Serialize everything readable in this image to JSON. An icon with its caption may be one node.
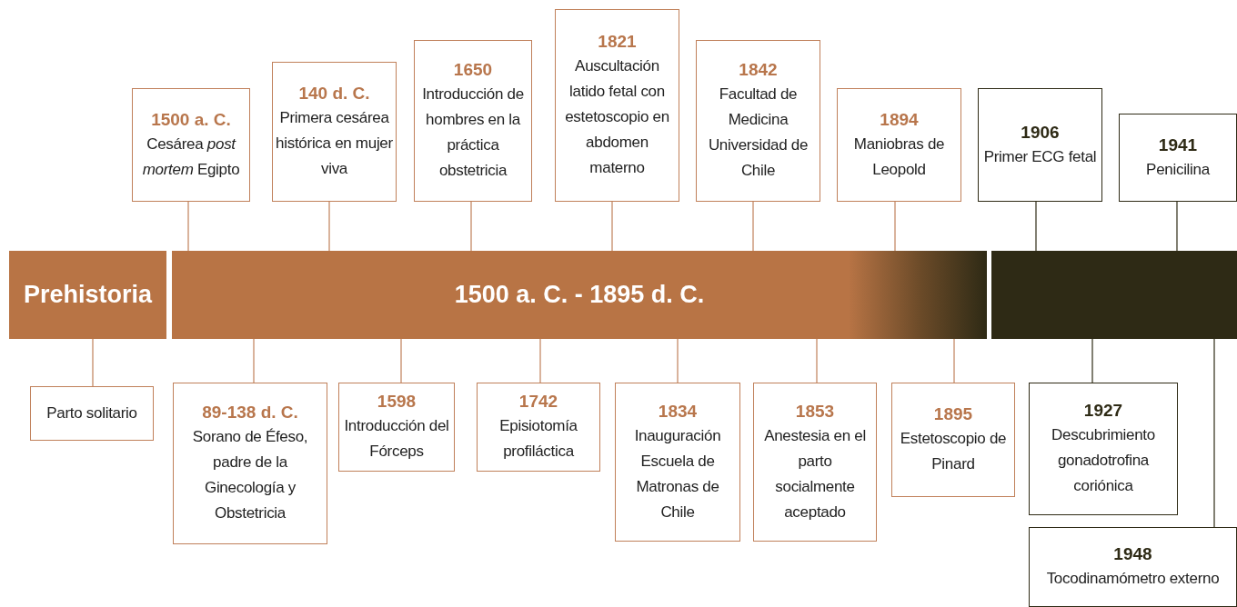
{
  "diagram": {
    "nodes": [
      {
        "text": [
          "1500 a. C.",
          "Cesárea *post mortem* Egipto"
        ]
      },
      {
        "text": [
          "140 d. C.",
          "Primera cesárea histórica en mujer viva"
        ]
      },
      {
        "text": [
          "1650",
          "Introducción de hombres en la práctica obstetricia"
        ]
      },
      {
        "text": [
          "1821",
          "Auscultación latido fetal con estetoscopio en abdomen materno"
        ]
      },
      {
        "text": [
          "1842",
          "Facultad de Medicina Universidad de Chile"
        ]
      },
      {
        "text": [
          "1894",
          "Maniobras de Leopold"
        ]
      },
      {
        "text": [
          "1906",
          "Primer ECG fetal"
        ]
      },
      {
        "text": [
          "1941",
          "Penicilina"
        ]
      },
      {
        "text": [
          "Prehistoria"
        ]
      },
      {
        "text": [
          "1500 a. C. - 1895 d. C."
        ]
      },
      {
        "text": [],
        "shape": "bar"
      },
      {
        "text": [
          "Parto solitario"
        ]
      },
      {
        "text": [
          "89-138 d. C.",
          "Sorano de Éfeso, padre de la Ginecología y Obstetricia"
        ]
      },
      {
        "text": [
          "1598",
          "Introducción del Fórceps"
        ]
      },
      {
        "text": [
          "1742",
          "Episiotomía profiláctica"
        ]
      },
      {
        "text": [
          "1834",
          "Inauguración Escuela de Matronas de Chile"
        ]
      },
      {
        "text": [
          "1853",
          "Anestesia en el parto socialmente aceptado"
        ]
      },
      {
        "text": [
          "1895",
          "Estetoscopio de Pinard"
        ]
      },
      {
        "text": [
          "1927",
          "Descubrimiento gonadotrofina coriónica"
        ]
      },
      {
        "text": [
          "1948",
          "Tocodinamómetro externo"
        ]
      }
    ],
    "edges": [
      {
        "from": 9,
        "to": 0,
        "arrow": "none"
      },
      {
        "from": 9,
        "to": 1,
        "arrow": "none"
      },
      {
        "from": 9,
        "to": 2,
        "arrow": "none"
      },
      {
        "from": 9,
        "to": 3,
        "arrow": "none"
      },
      {
        "from": 9,
        "to": 4,
        "arrow": "none"
      },
      {
        "from": 9,
        "to": 5,
        "arrow": "none"
      },
      {
        "from": 10,
        "to": 6,
        "arrow": "none",
        "color": "#2e2a15"
      },
      {
        "from": 10,
        "to": 7,
        "arrow": "none",
        "color": "#2e2a15"
      },
      {
        "from": 8,
        "to": 11,
        "arrow": "none"
      },
      {
        "from": 9,
        "to": 12,
        "arrow": "none"
      },
      {
        "from": 9,
        "to": 13,
        "arrow": "none"
      },
      {
        "from": 9,
        "to": 14,
        "arrow": "none"
      },
      {
        "from": 9,
        "to": 15,
        "arrow": "none"
      },
      {
        "from": 9,
        "to": 16,
        "arrow": "none"
      },
      {
        "from": 9,
        "to": 17,
        "arrow": "none"
      },
      {
        "from": 10,
        "to": 18,
        "arrow": "none",
        "color": "#2e2a15"
      },
      {
        "from": 10,
        "to": 19,
        "arrow": "none",
        "color": "#2e2a15"
      }
    ]
  }
}
